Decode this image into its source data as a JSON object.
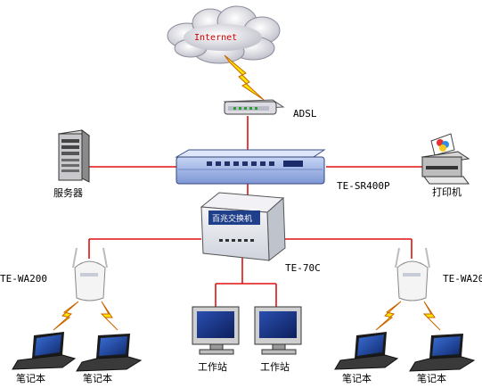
{
  "cloud": {
    "label": "Internet"
  },
  "adsl": {
    "label": "ADSL"
  },
  "server": {
    "label": "服务器"
  },
  "router": {
    "label": "TE-SR400P"
  },
  "printer": {
    "label": "打印机"
  },
  "switch": {
    "label": "TE-70C",
    "panel_text": "百兆交换机"
  },
  "ap_left": {
    "label": "TE-WA200"
  },
  "ap_right": {
    "label": "TE-WA20"
  },
  "laptops": [
    "笔记本",
    "笔记本",
    "笔记本",
    "笔记本"
  ],
  "workstations": [
    "工作站",
    "工作站"
  ],
  "colors": {
    "link": "#e01010",
    "lightning_fill": "#ffe600",
    "lightning_stroke": "#c86400",
    "device_blue": "#9fb6e8",
    "cloud": "#e2e2ea"
  }
}
